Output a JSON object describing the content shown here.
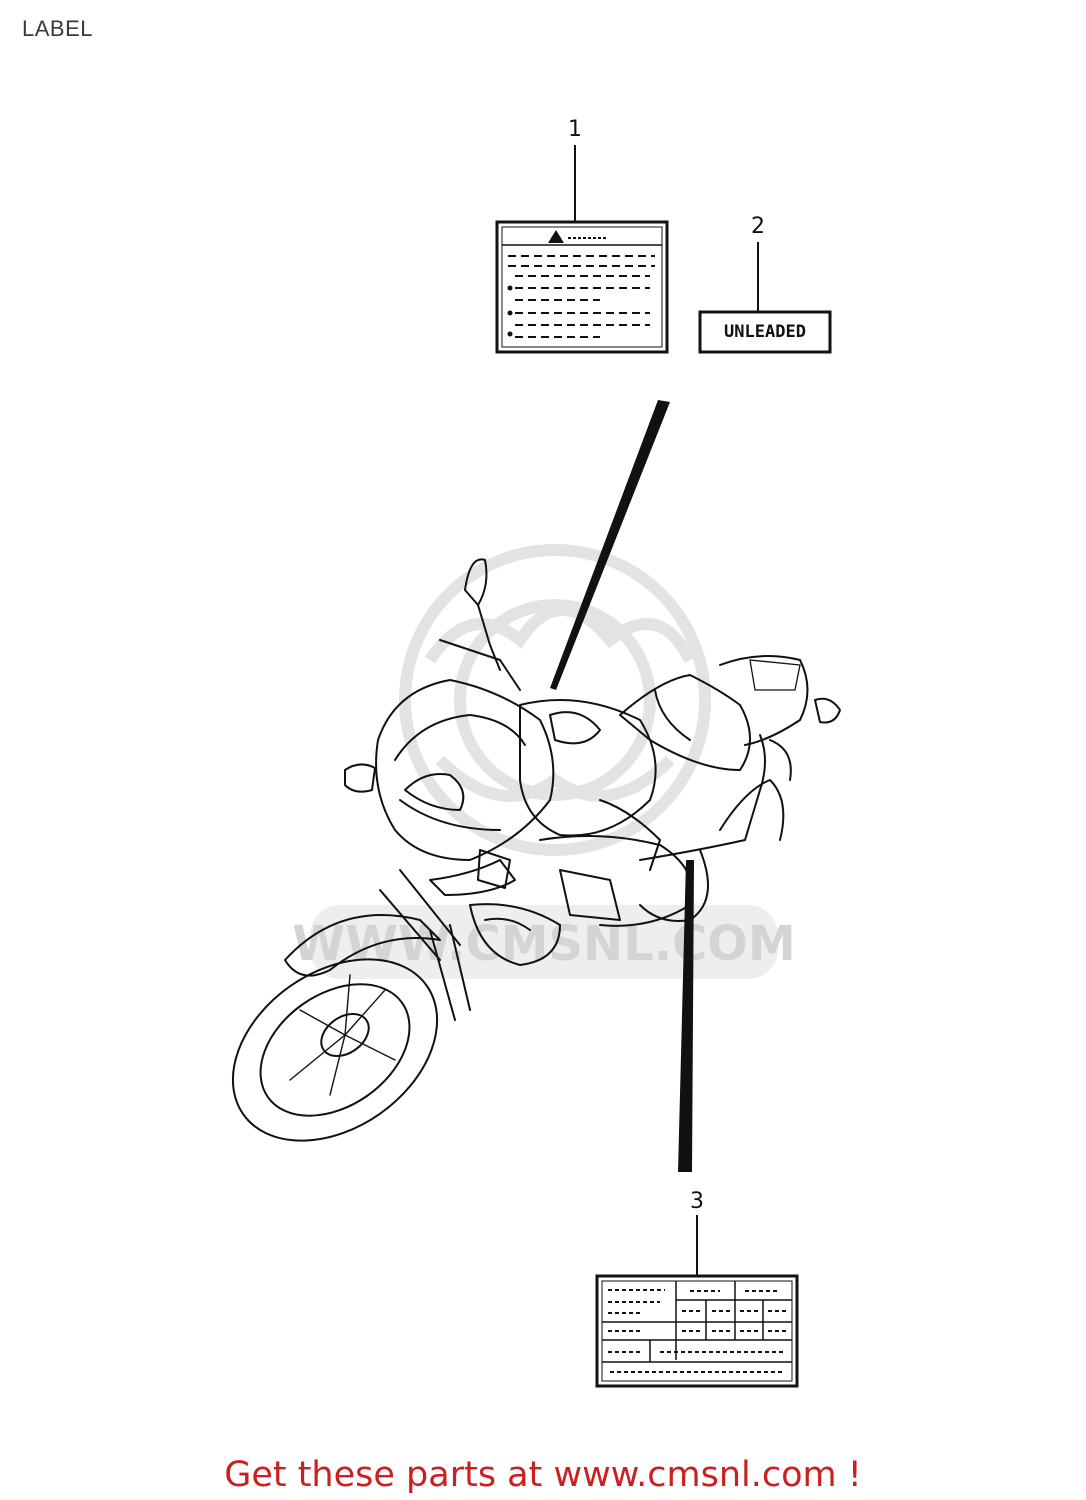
{
  "page": {
    "title": "LABEL"
  },
  "callouts": [
    {
      "number": "1"
    },
    {
      "number": "2"
    },
    {
      "number": "3"
    }
  ],
  "labels": {
    "fuel_label_text": "UNLEADED"
  },
  "watermark": {
    "text": "WWW.CMSNL.COM"
  },
  "footer": {
    "text": "Get these parts at www.cmsnl.com !"
  },
  "colors": {
    "footer_text": "#cc1f1f",
    "line_art": "#111111",
    "watermark": "#e6e6e6"
  }
}
